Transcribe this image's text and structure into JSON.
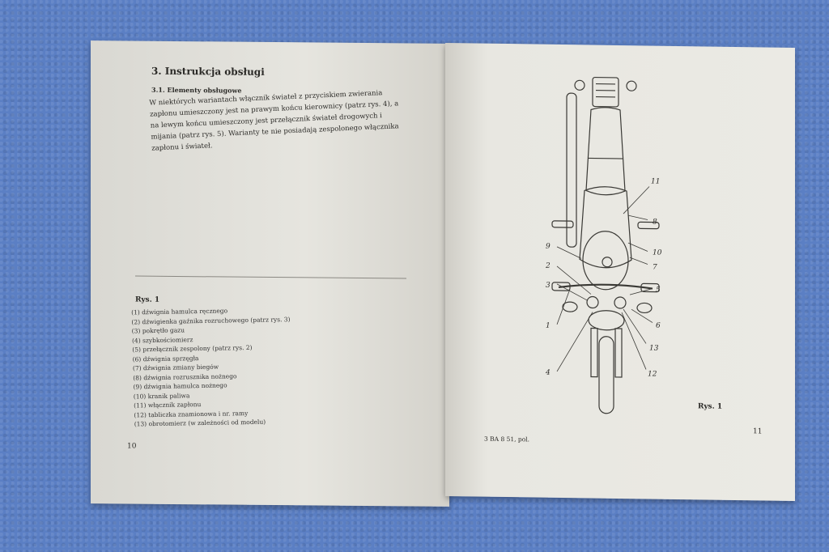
{
  "left_page": {
    "heading": "3. Instrukcja obsługi",
    "subheading": "3.1. Elementy obsługowe",
    "paragraph": "W niektórych wariantach włącznik świateł z przyciskiem zwierania zapłonu umieszczony jest na prawym końcu kierownicy (patrz rys. 4), a na lewym końcu umieszczony jest przełącznik świateł drogowych i mijania (patrz rys. 5). Warianty te nie posiadają zespolonego włącznika zapłonu i świateł.",
    "rys_title": "Rys. 1",
    "legend": [
      "(1) dźwignia hamulca ręcznego",
      "(2) dźwigienka gaźnika rozruchowego (patrz rys. 3)",
      "(3) pokrętło gazu",
      "(4) szybkościomierz",
      "(5) przełącznik zespolony (patrz rys. 2)",
      "(6) dźwignia sprzęgła",
      "(7) dźwignia zmiany biegów",
      "(8) dźwignia rozrusznika nożnego",
      "(9) dźwignia hamulca nożnego",
      "(10) kranik paliwa",
      "(11) włącznik zapłonu",
      "(12) tabliczka znamionowa i nr. ramy",
      "(13) obrotomierz (w zależności od modelu)"
    ],
    "page_number": "10"
  },
  "right_page": {
    "callouts": [
      "1",
      "2",
      "3",
      "4",
      "5",
      "6",
      "7",
      "8",
      "9",
      "10",
      "11",
      "12",
      "13"
    ],
    "rys_label": "Rys. 1",
    "footer": "3   BA 8 51, pol.",
    "page_number": "11"
  }
}
